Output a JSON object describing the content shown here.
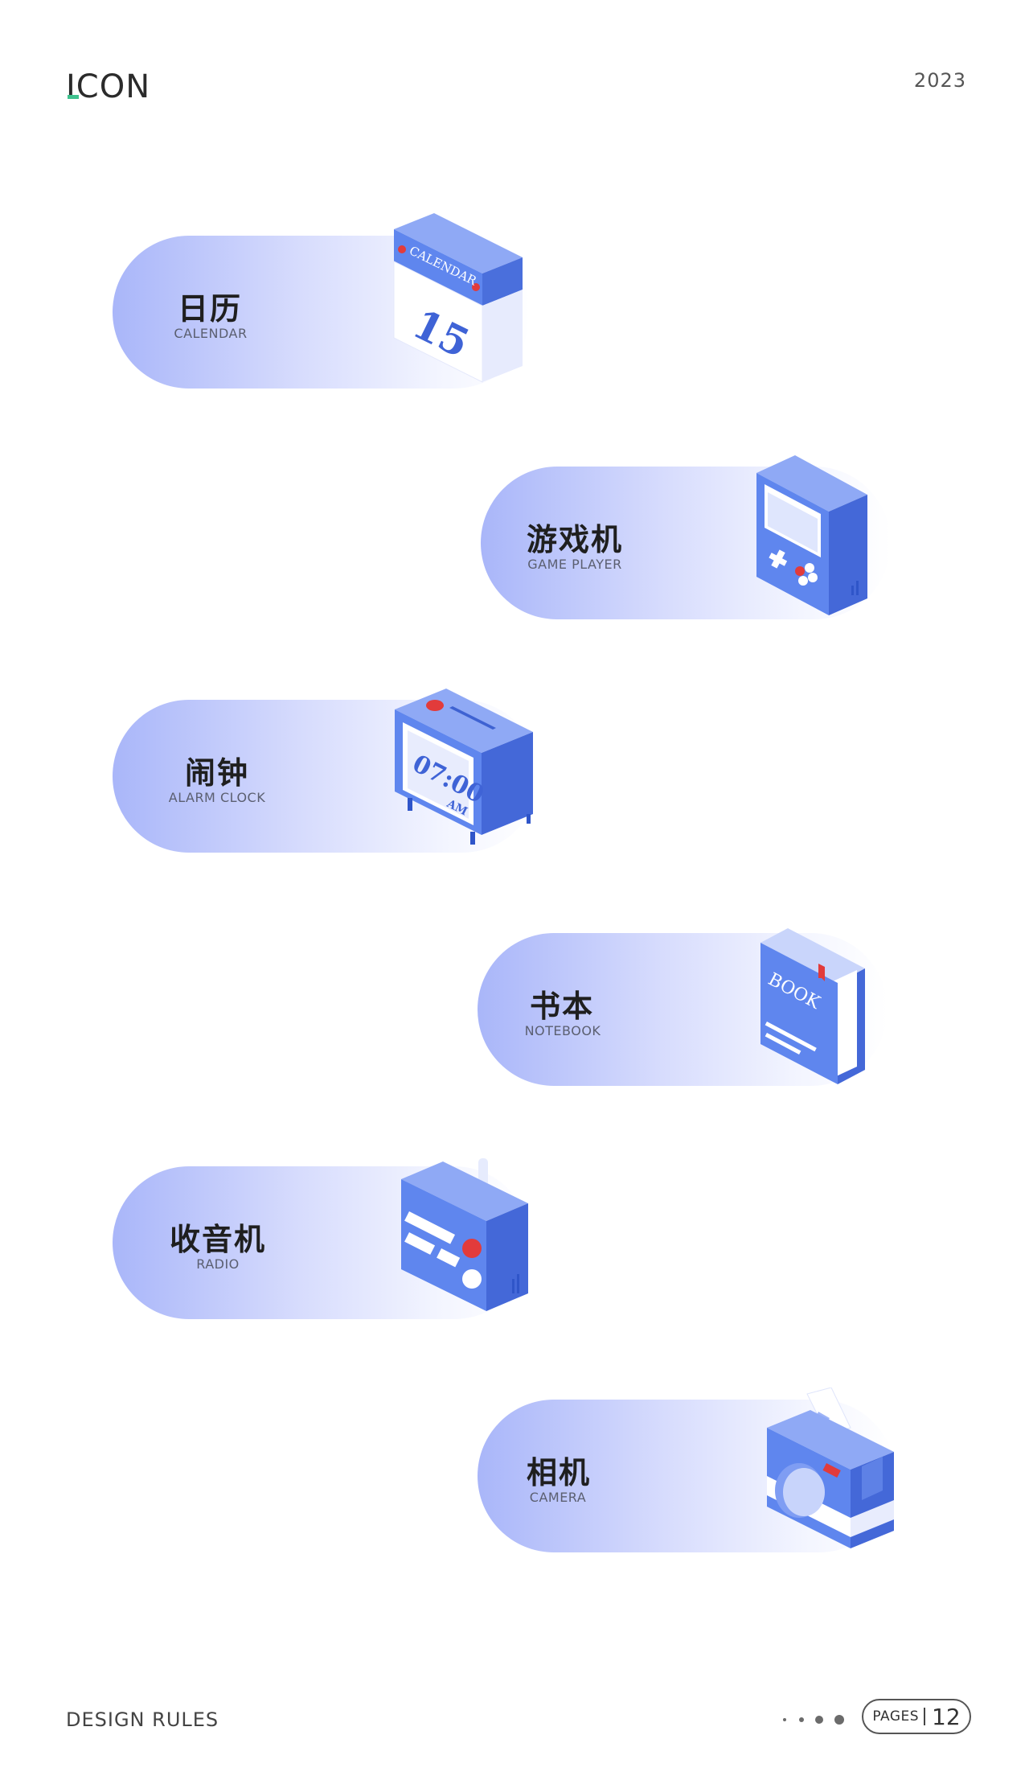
{
  "header": {
    "logo": "ICON",
    "year": "2023"
  },
  "cards": [
    {
      "zh": "日历",
      "en": "CALENDAR",
      "icon": "calendar-icon",
      "icon_text": "CALENDAR",
      "icon_day": "15"
    },
    {
      "zh": "游戏机",
      "en": "GAME PLAYER",
      "icon": "game-player-icon"
    },
    {
      "zh": "闹钟",
      "en": "ALARM CLOCK",
      "icon": "alarm-clock-icon",
      "icon_time": "07:00",
      "icon_ampm": "AM"
    },
    {
      "zh": "书本",
      "en": "NOTEBOOK",
      "icon": "book-icon",
      "icon_text": "BOOK"
    },
    {
      "zh": "收音机",
      "en": "RADIO",
      "icon": "radio-icon"
    },
    {
      "zh": "相机",
      "en": "CAMERA",
      "icon": "camera-icon"
    }
  ],
  "footer": {
    "left": "DESIGN RULES",
    "pages_label": "PAGES",
    "page_number": "12"
  },
  "colors": {
    "card_start": "#a9b6f9",
    "icon_blue": "#5f86ee",
    "accent_red": "#e23b3b",
    "logo_accent": "#3fc28e"
  }
}
